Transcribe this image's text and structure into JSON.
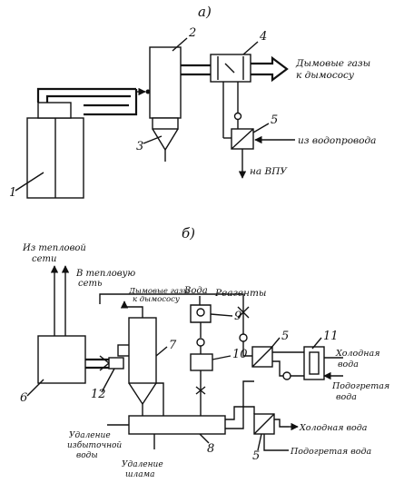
{
  "part_a": {
    "label": "а)",
    "numbers": [
      "1",
      "2",
      "3",
      "4",
      "5"
    ],
    "texts": {
      "flue_gas_line1": "Дымовые газы",
      "flue_gas_line2": "к дымососу",
      "from_water": "из водопровода",
      "to_vpu": "на ВПУ"
    }
  },
  "part_b": {
    "label": "б)",
    "numbers": [
      "6",
      "7",
      "8",
      "9",
      "10",
      "5",
      "11",
      "12",
      "5"
    ],
    "texts": {
      "from_heat_net_1": "Из тепловой",
      "from_heat_net_2": "сети",
      "to_heat_net_1": "В тепловую",
      "to_heat_net_2": "сеть",
      "flue_1": "Дымовые газы",
      "flue_2": "к дымососу",
      "water": "Вода",
      "reagents": "Реагенты",
      "cold_water_1": "Холодная",
      "cold_water_2": "вода",
      "heated_water_1": "Подогретая",
      "heated_water_2": "вода",
      "cold_water_low": "Холодная вода",
      "heated_water_low": "Подогретая вода",
      "excess_1": "Удаление",
      "excess_2": "избыточной",
      "excess_3": "воды",
      "sludge_1": "Удаление",
      "sludge_2": "шлама"
    }
  }
}
